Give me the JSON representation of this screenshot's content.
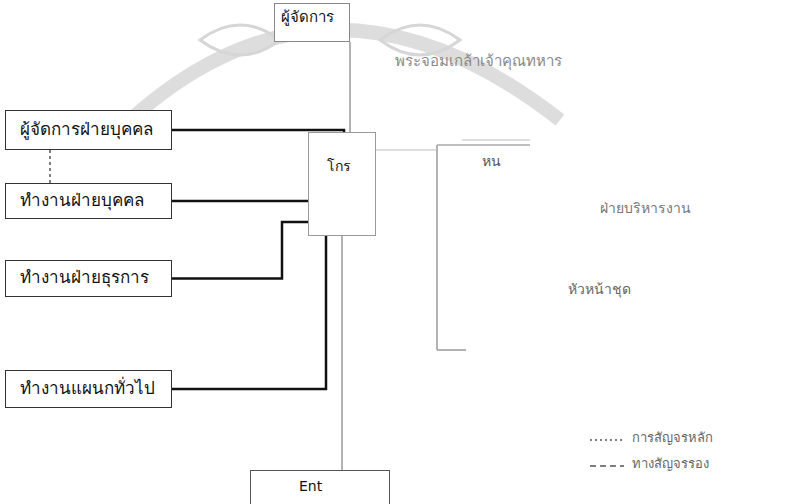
{
  "diagram": {
    "nodes": [
      {
        "text": [
          "ผู้จัดการ"
        ]
      },
      {
        "text": [
          "ผู้จัดการฝ่ายบุคคล"
        ]
      },
      {
        "text": [
          "ทำงานฝ่ายบุคคล"
        ]
      },
      {
        "text": [
          "ทำงานฝ่ายธุรการ"
        ]
      },
      {
        "text": [
          "ทำงานแผนกทั่วไป"
        ]
      },
      {
        "text": [
          "โกร"
        ]
      },
      {
        "text": [
          "Ent"
        ]
      }
    ],
    "edges": [
      {
        "from": 0,
        "to": 5,
        "arrow": "none"
      },
      {
        "from": 1,
        "to": 2,
        "arrow": "none"
      },
      {
        "from": 1,
        "to": 5,
        "arrow": "none"
      },
      {
        "from": 2,
        "to": 5,
        "arrow": "none"
      },
      {
        "from": 3,
        "to": 5,
        "arrow": "none"
      },
      {
        "from": 4,
        "to": 5,
        "arrow": "none"
      },
      {
        "from": 5,
        "to": 6,
        "arrow": "none"
      }
    ],
    "labels": [
      "หน",
      "ฝ่ายบริหารงาน",
      "หัวหน้าชุด",
      "พระจอมเกล้าเจ้าคุณทหาร"
    ],
    "legend": [
      {
        "text": "การสัญจรหลัก"
      },
      {
        "text": "ทางสัญจรรอง"
      }
    ]
  }
}
